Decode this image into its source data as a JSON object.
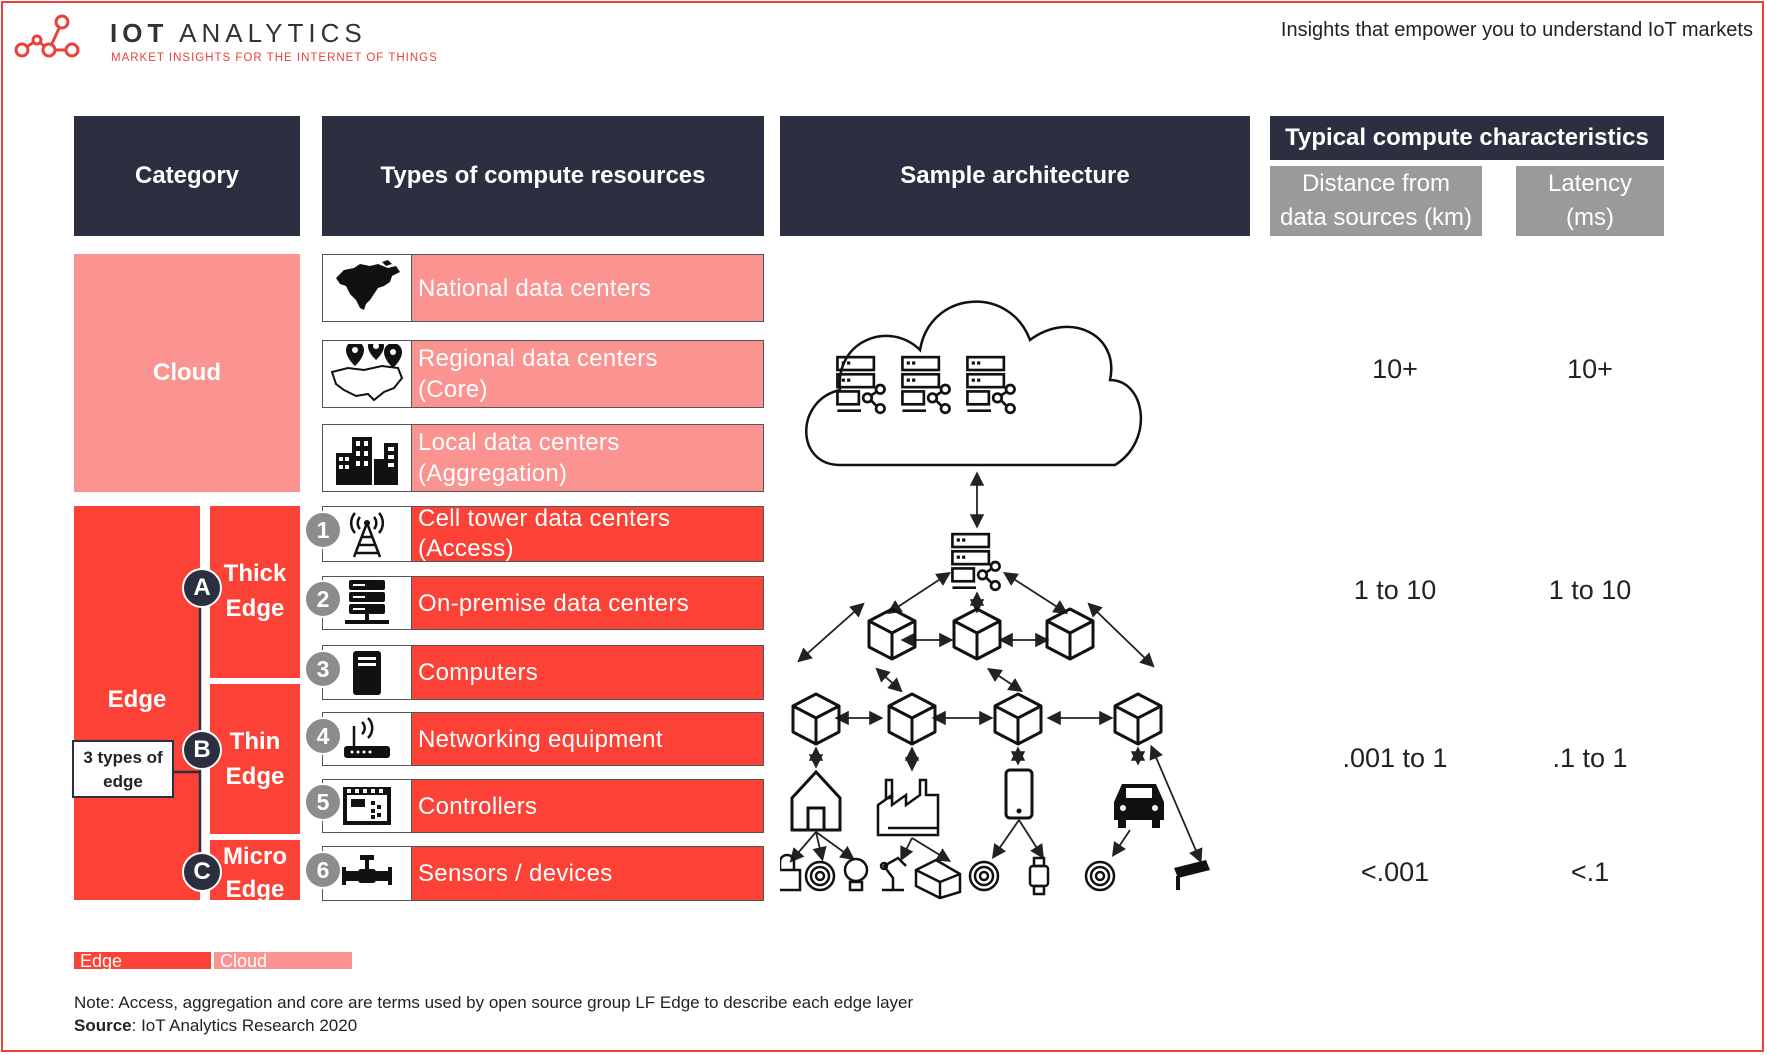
{
  "header": {
    "brand_prefix": "IOT",
    "brand_rest": "ANALYTICS",
    "brand_tagline": "MARKET INSIGHTS FOR THE INTERNET OF THINGS",
    "tagline": "Insights that empower you to understand IoT markets"
  },
  "columns": {
    "category": "Category",
    "types": "Types of compute resources",
    "architecture": "Sample architecture",
    "typical": "Typical compute characteristics",
    "distance": "Distance from data sources (km)",
    "distance_line1": "Distance from",
    "distance_line2": "data sources (km)",
    "latency_line1": "Latency",
    "latency_line2": "(ms)"
  },
  "categories": {
    "cloud": "Cloud",
    "edge": "Edge",
    "thick_line1": "Thick",
    "thick_line2": "Edge",
    "thin_line1": "Thin",
    "thin_line2": "Edge",
    "micro_line1": "Micro",
    "micro_line2": "Edge",
    "letter_a": "A",
    "letter_b": "B",
    "letter_c": "C",
    "types_line1": "3 types of",
    "types_line2": "edge"
  },
  "resources": [
    {
      "label_line1": "National data centers",
      "label_line2": "",
      "number": "",
      "icon": "north-america-map-icon",
      "group": "cloud"
    },
    {
      "label_line1": "Regional data centers",
      "label_line2": "(Core)",
      "number": "",
      "icon": "us-map-pins-icon",
      "group": "cloud"
    },
    {
      "label_line1": "Local data centers",
      "label_line2": "(Aggregation)",
      "number": "",
      "icon": "city-buildings-icon",
      "group": "cloud"
    },
    {
      "label_line1": "Cell tower data centers",
      "label_line2": "(Access)",
      "number": "1",
      "icon": "cell-tower-icon",
      "group": "edge"
    },
    {
      "label_line1": "On-premise data centers",
      "label_line2": "",
      "number": "2",
      "icon": "server-rack-icon",
      "group": "edge"
    },
    {
      "label_line1": "Computers",
      "label_line2": "",
      "number": "3",
      "icon": "computer-tower-icon",
      "group": "edge"
    },
    {
      "label_line1": "Networking equipment",
      "label_line2": "",
      "number": "4",
      "icon": "router-icon",
      "group": "edge"
    },
    {
      "label_line1": "Controllers",
      "label_line2": "",
      "number": "5",
      "icon": "controller-icon",
      "group": "edge"
    },
    {
      "label_line1": "Sensors / devices",
      "label_line2": "",
      "number": "6",
      "icon": "valve-sensor-icon",
      "group": "edge"
    }
  ],
  "characteristics": [
    {
      "distance": "10+",
      "latency": "10+"
    },
    {
      "distance": "1 to 10",
      "latency": "1 to 10"
    },
    {
      "distance": ".001 to 1",
      "latency": ".1 to 1"
    },
    {
      "distance": "<.001",
      "latency": "<.1"
    }
  ],
  "legend": {
    "edge": "Edge",
    "cloud": "Cloud"
  },
  "footer": {
    "note": "Note: Access, aggregation and core are terms used by open source group LF Edge to describe each edge layer",
    "source_label": "Source",
    "source_text": ": IoT Analytics Research 2020"
  },
  "colors": {
    "edge": "#fc4236",
    "cloud": "#fb9391",
    "header": "#2c2f40",
    "subheader": "#9a9a9a",
    "accent": "#e8423a"
  }
}
